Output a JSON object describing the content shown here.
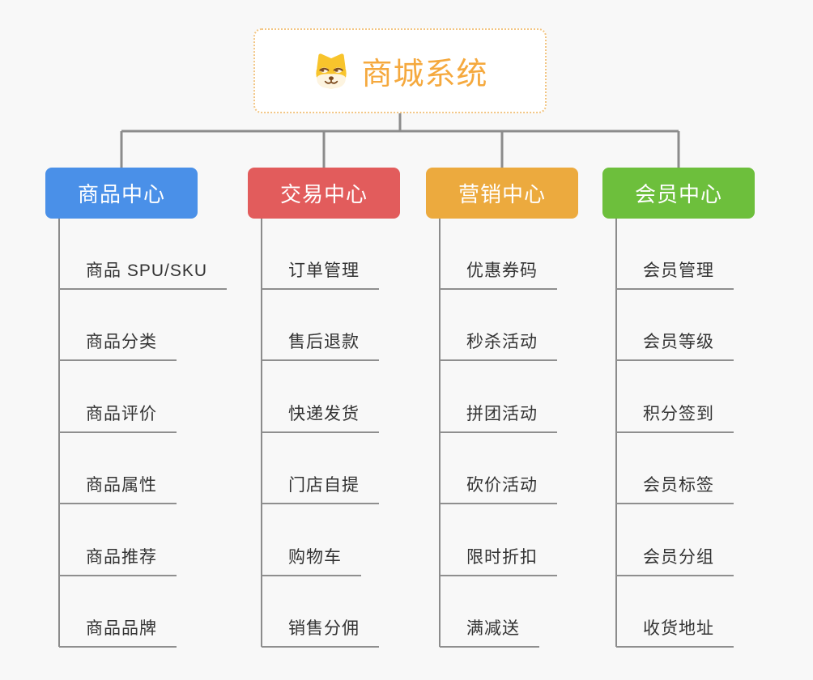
{
  "root": {
    "title": "商城系统",
    "icon": "dog-face-icon",
    "title_color": "#f5a93e",
    "border_color": "#f2c583"
  },
  "connector_color": "#8c8c8c",
  "underline_color": "#8f8f8f",
  "background_color": "#f8f8f8",
  "branches": [
    {
      "label": "商品中心",
      "color": "#4a90e8",
      "children": [
        "商品 SPU/SKU",
        "商品分类",
        "商品评价",
        "商品属性",
        "商品推荐",
        "商品品牌"
      ]
    },
    {
      "label": "交易中心",
      "color": "#e25c5c",
      "children": [
        "订单管理",
        "售后退款",
        "快递发货",
        "门店自提",
        "购物车",
        "销售分佣"
      ]
    },
    {
      "label": "营销中心",
      "color": "#ecaa3e",
      "children": [
        "优惠券码",
        "秒杀活动",
        "拼团活动",
        "砍价活动",
        "限时折扣",
        "满减送"
      ]
    },
    {
      "label": "会员中心",
      "color": "#6dbf3c",
      "children": [
        "会员管理",
        "会员等级",
        "积分签到",
        "会员标签",
        "会员分组",
        "收货地址"
      ]
    }
  ]
}
